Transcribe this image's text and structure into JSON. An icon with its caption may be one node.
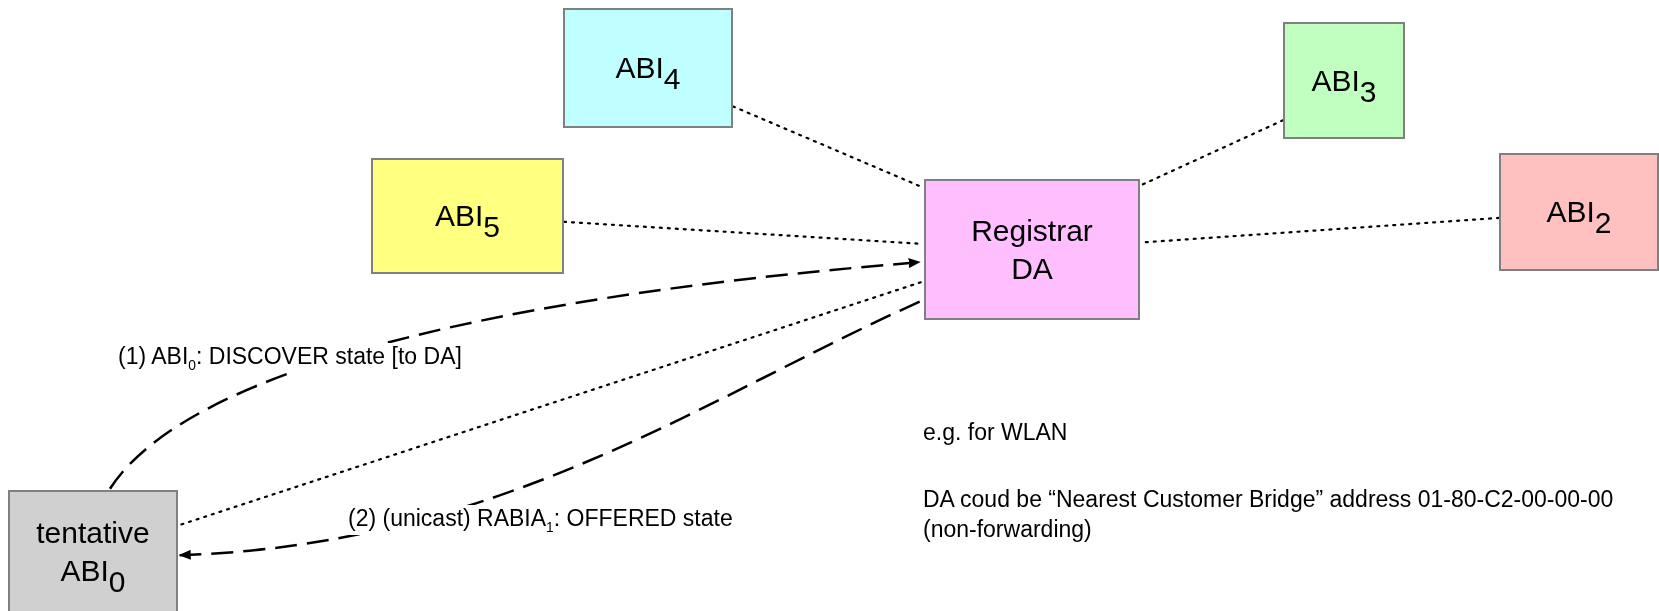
{
  "diagram": {
    "nodes": [
      {
        "text": [
          "ABI$_{4}$"
        ]
      },
      {
        "text": [
          "ABI$_{3}$"
        ]
      },
      {
        "text": [
          "ABI$_{5}$"
        ]
      },
      {
        "text": [
          "Registrar DA"
        ]
      },
      {
        "text": [
          "ABI$_{2}$"
        ]
      },
      {
        "text": [
          "tentative ABI$_{0}$"
        ]
      }
    ],
    "edges": [
      {
        "from": 0,
        "to": 3,
        "arrow": "none"
      },
      {
        "from": 2,
        "to": 3,
        "arrow": "none"
      },
      {
        "from": 1,
        "to": 3,
        "arrow": "none"
      },
      {
        "from": 4,
        "to": 3,
        "arrow": "none"
      },
      {
        "from": 5,
        "to": 3,
        "arrow": "none"
      },
      {
        "from": 5,
        "to": 3,
        "arrow": "to",
        "style": "dashed",
        "label": "(1) ABI$_{0}$: DISCOVER state [to DA]"
      },
      {
        "from": 3,
        "to": 5,
        "arrow": "to",
        "style": "dashed",
        "label": "(2) (unicast) RABIA$_{1}$: OFFERED state"
      }
    ],
    "labels": [
      "e.g. for WLAN",
      "DA coud be “Nearest Customer Bridge” address 01-80-C2-00-00-00 (non-forwarding)"
    ]
  }
}
